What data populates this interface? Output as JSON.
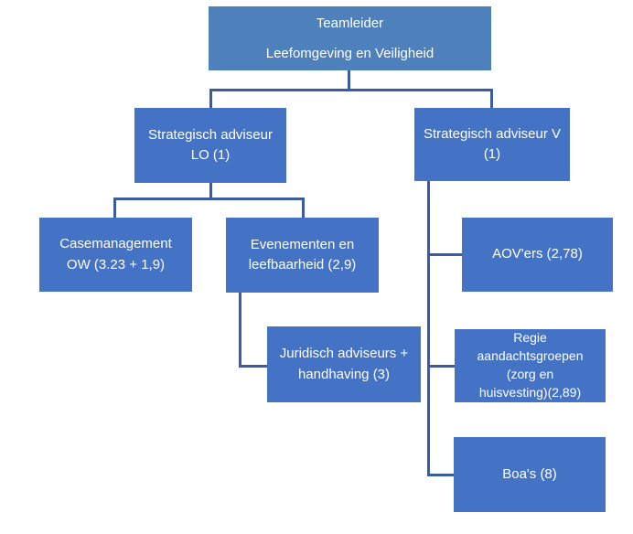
{
  "colors": {
    "background": "#FFFFFF",
    "title_fill": "#4E80BC",
    "node_fill": "#4472C4",
    "connector": "#3B5BA5",
    "text": "#FFFFFF"
  },
  "org_chart": {
    "type": "organization-chart",
    "nodes": {
      "teamleider": {
        "label": "Teamleider\nLeefomgeving en Veiligheid"
      },
      "strategisch_adviseur_lo": {
        "label": "Strategisch adviseur\nLO (1)"
      },
      "strategisch_adviseur_v": {
        "label": "Strategisch adviseur V\n(1)"
      },
      "casemanagement_ow": {
        "label": "Casemanagement\nOW (3.23 + 1,9)"
      },
      "evenementen_leefbaarheid": {
        "label": "Evenementen en\nleefbaarheid (2,9)"
      },
      "juridisch_adviseurs": {
        "label": "Juridisch adviseurs +\nhandhaving (3)"
      },
      "aovers": {
        "label": "AOV'ers (2,78)"
      },
      "regie_aandachtsgroepen": {
        "label": "Regie\naandachtsgroepen\n(zorg en\nhuisvesting)(2,89)"
      },
      "boas": {
        "label": "Boa's (8)"
      }
    },
    "edges": [
      [
        "teamleider",
        "strategisch_adviseur_lo"
      ],
      [
        "teamleider",
        "strategisch_adviseur_v"
      ],
      [
        "strategisch_adviseur_lo",
        "casemanagement_ow"
      ],
      [
        "strategisch_adviseur_lo",
        "evenementen_leefbaarheid"
      ],
      [
        "evenementen_leefbaarheid",
        "juridisch_adviseurs"
      ],
      [
        "strategisch_adviseur_v",
        "aovers"
      ],
      [
        "strategisch_adviseur_v",
        "regie_aandachtsgroepen"
      ],
      [
        "strategisch_adviseur_v",
        "boas"
      ]
    ]
  }
}
